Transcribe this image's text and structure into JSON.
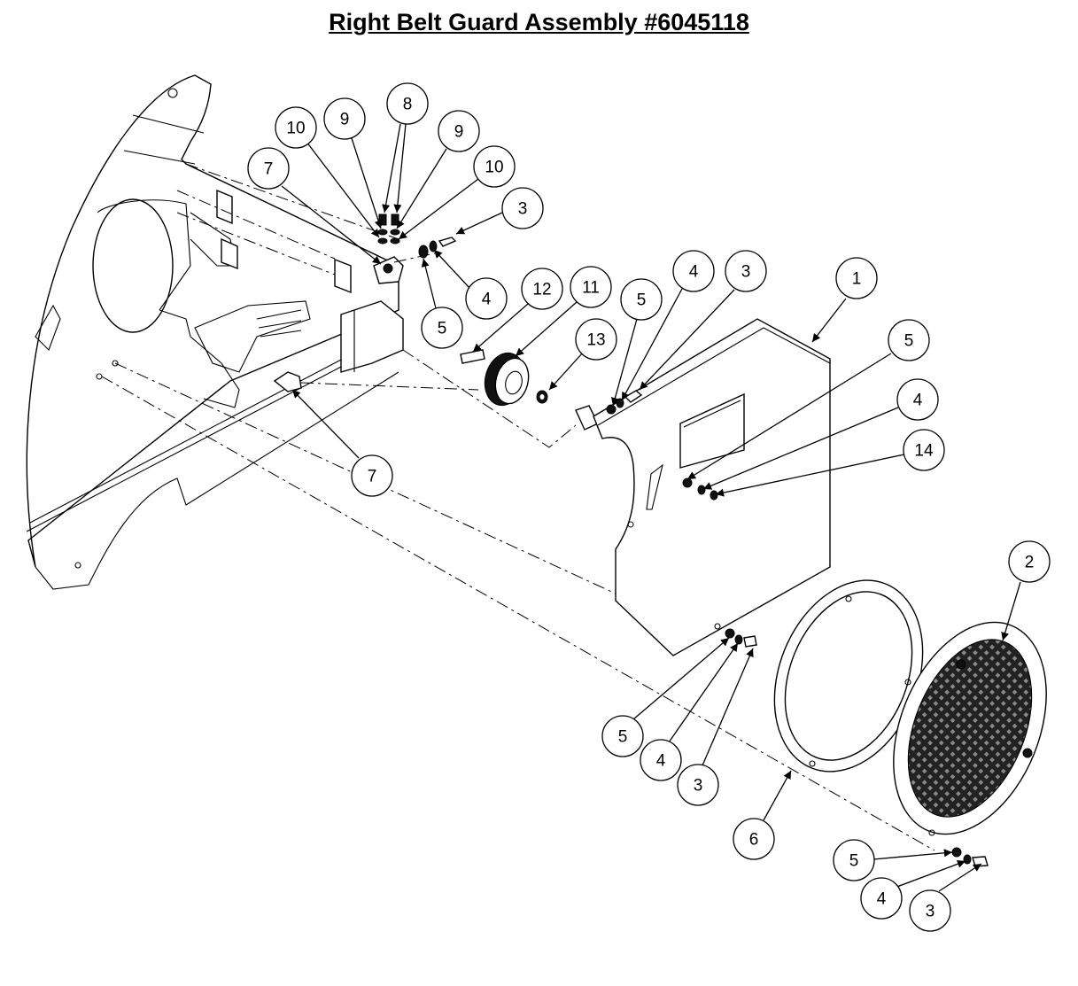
{
  "title": "Right Belt Guard Assembly #6045118",
  "callouts": [
    "1",
    "2",
    "3",
    "4",
    "5",
    "6",
    "7",
    "8",
    "9",
    "10",
    "11",
    "12",
    "13",
    "14"
  ]
}
